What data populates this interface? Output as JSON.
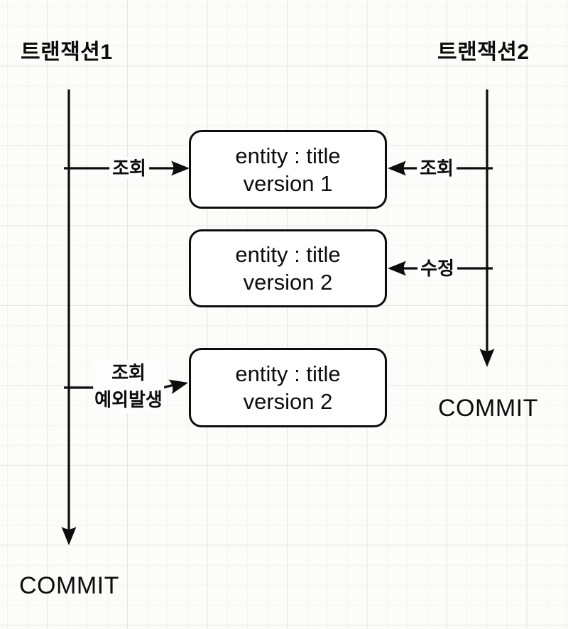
{
  "diagram": {
    "transactions": [
      {
        "title": "트랜잭션1",
        "commit": "COMMIT"
      },
      {
        "title": "트랜잭션2",
        "commit": "COMMIT"
      }
    ],
    "entities": [
      {
        "line1": "entity : title",
        "line2": "version 1"
      },
      {
        "line1": "entity : title",
        "line2": "version 2"
      },
      {
        "line1": "entity : title",
        "line2": "version 2"
      }
    ],
    "arrows": {
      "t1_query": "조회",
      "t2_query": "조회",
      "t2_update": "수정",
      "t1_retry_query_line1": "조회",
      "t1_retry_query_line2": "예외발생"
    },
    "colors": {
      "stroke": "#0d0d0d",
      "box_fill": "#ffffff",
      "canvas_bg": "#fcfcfb",
      "grid_minor": "#f2f2f0",
      "grid_major": "#e4e4e2"
    }
  }
}
